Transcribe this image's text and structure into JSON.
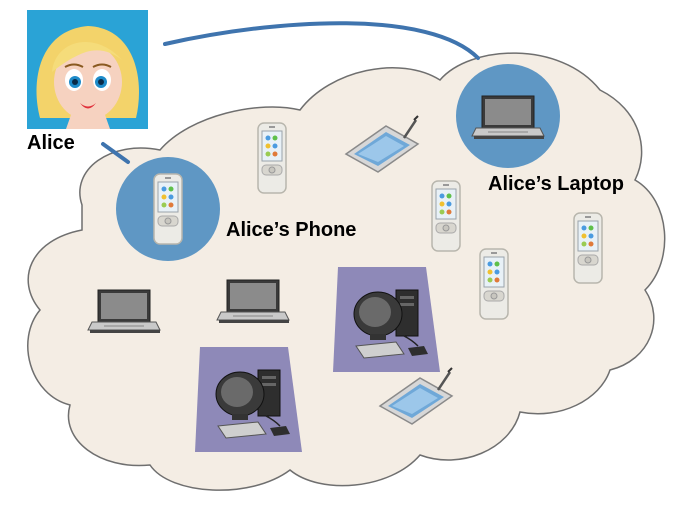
{
  "labels": {
    "alice": "Alice",
    "alice_phone": "Alice’s Phone",
    "alice_laptop": "Alice’s Laptop"
  },
  "colors": {
    "cloud_fill": "#f4ede4",
    "cloud_stroke": "#6f6f6f",
    "highlight_circle": "#5f97c4",
    "connector_line": "#3f74ae",
    "avatar_bg": "#2aa3d6",
    "hair": "#f3d36a"
  },
  "icons": [
    "alice-avatar",
    "phone-icon",
    "laptop-icon",
    "tablet-icon",
    "desktop-computer-icon"
  ]
}
